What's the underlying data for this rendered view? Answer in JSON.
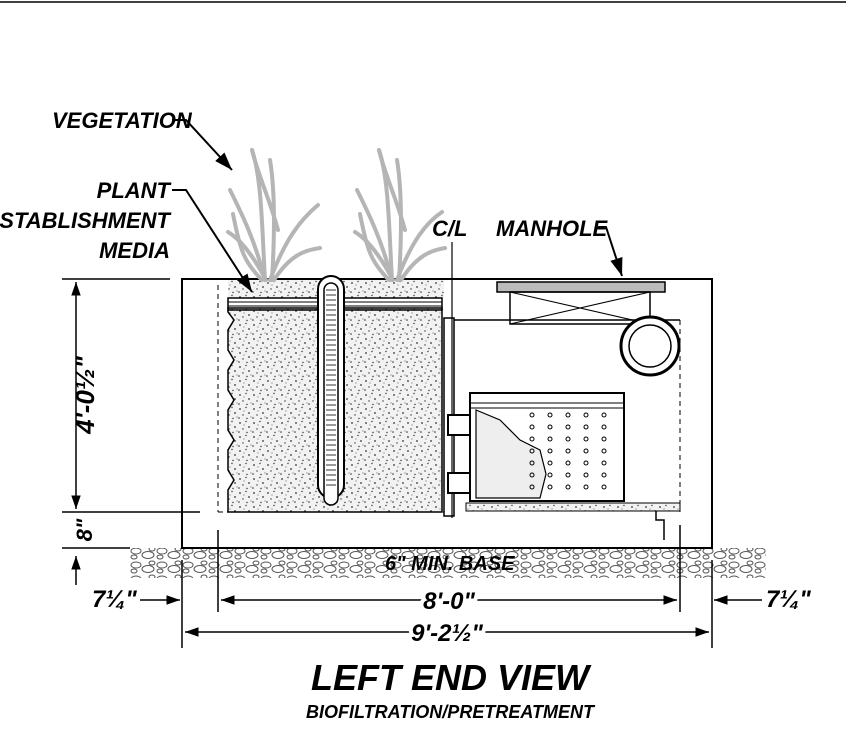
{
  "labels": {
    "vegetation": "VEGETATION",
    "plant_line1": "PLANT",
    "plant_line2": "ESTABLISHMENT",
    "plant_line3": "MEDIA",
    "centerline": "C/L",
    "manhole": "MANHOLE",
    "base": "6\" MIN. BASE"
  },
  "dimensions": {
    "height_main": "4'-0½\"",
    "height_base": "8\"",
    "left_offset": "7¼\"",
    "right_offset": "7¼\"",
    "inner_width": "8'-0\"",
    "overall_width": "9'-2½\""
  },
  "title": {
    "main": "LEFT END VIEW",
    "sub": "BIOFILTRATION/PRETREATMENT"
  },
  "colors": {
    "line": "#000000",
    "plant": "#b5b5b5",
    "media_fill": "#f2f2f2"
  }
}
